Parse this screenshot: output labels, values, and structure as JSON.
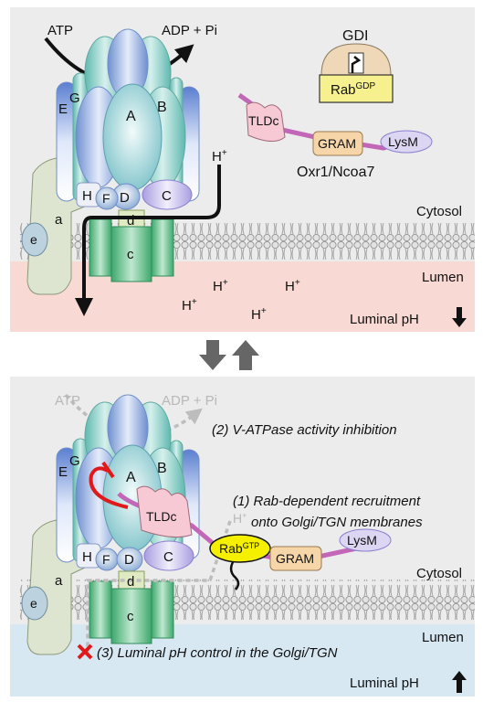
{
  "top": {
    "atp": "ATP",
    "adp_pi": "ADP + Pi",
    "gdi": "GDI",
    "rab": "Rab",
    "rab_sup": "GDP",
    "tldc": "TLDc",
    "gram": "GRAM",
    "lysm": "LysM",
    "protein_name": "Oxr1/Ncoa7",
    "h_plus": "H",
    "h_sup": "+",
    "cytosol": "Cytosol",
    "lumen": "Lumen",
    "luminal_ph": "Luminal pH"
  },
  "subunits": {
    "A": "A",
    "B": "B",
    "C": "C",
    "D": "D",
    "E": "E",
    "F": "F",
    "G": "G",
    "H": "H",
    "a": "a",
    "c": "c",
    "d": "d",
    "e": "e"
  },
  "bottom": {
    "atp": "ATP",
    "adp_pi": "ADP + Pi",
    "inhibition": "(2) V-ATPase activity inhibition",
    "recruit_1": "(1) Rab-dependent recruitment",
    "recruit_2": "onto Golgi/TGN membranes",
    "rab": "Rab",
    "rab_sup": "GTP",
    "tldc": "TLDc",
    "gram": "GRAM",
    "lysm": "LysM",
    "ph_control": "(3) Luminal pH control in the Golgi/TGN",
    "h_plus": "H",
    "h_sup": "+",
    "cytosol": "Cytosol",
    "lumen": "Lumen",
    "luminal_ph": "Luminal pH"
  },
  "colors": {
    "panel_bg": "#ececec",
    "lumen_top": "#f8d9d3",
    "lumen_bottom": "#d7e8f3",
    "teal": "#8fcfc4",
    "blue": "#9db4dc",
    "green": "#6cc08f",
    "pink": "#f3c6d0",
    "tan": "#f6d6a8",
    "lavender": "#ddd6f2",
    "linker": "#c267b8",
    "rab_yellow": "#f5f000",
    "inhibit_red": "#e01a1a"
  }
}
